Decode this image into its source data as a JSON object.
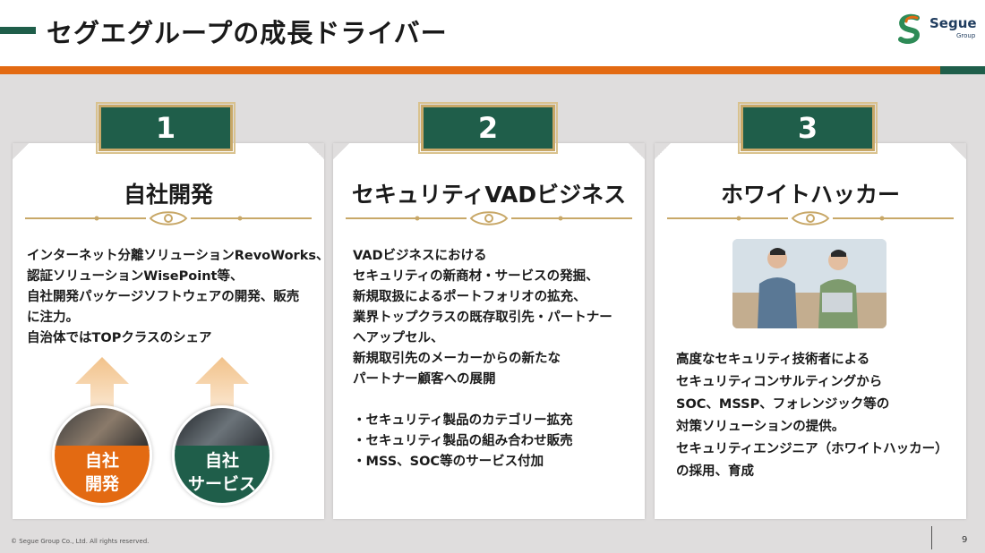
{
  "header": {
    "title": "セグエグループの成長ドライバー",
    "logo": {
      "name": "Segue",
      "sub": "Group"
    }
  },
  "panels": [
    {
      "number": "1",
      "title": "自社開発",
      "lines": [
        "インターネット分離ソリューションRevoWorks、",
        "認証ソリューションWisePoint等、",
        "自社開発パッケージソフトウェアの開発、販売",
        "に注力。",
        "自治体ではTOPクラスのシェア"
      ],
      "circles": [
        {
          "line1": "自社",
          "line2": "開発",
          "color": "#e36a12"
        },
        {
          "line1": "自社",
          "line2": "サービス",
          "color": "#1f5e4a"
        }
      ]
    },
    {
      "number": "2",
      "title": "セキュリティVADビジネス",
      "lines": [
        "VADビジネスにおける",
        "セキュリティの新商材・サービスの発掘、",
        "新規取扱によるポートフォリオの拡充、",
        "業界トップクラスの既存取引先・パートナー",
        "へアップセル、",
        "新規取引先のメーカーからの新たな",
        "パートナー顧客への展開"
      ],
      "bullets": [
        "・セキュリティ製品のカテゴリー拡充",
        "・セキュリティ製品の組み合わせ販売",
        "・MSS、SOC等のサービス付加"
      ]
    },
    {
      "number": "3",
      "title": "ホワイトハッカー",
      "lines": [
        "高度なセキュリティ技術者による",
        "セキュリティコンサルティングから",
        "SOC、MSSP、フォレンジック等の",
        "対策ソリューションの提供。",
        "セキュリティエンジニア（ホワイトハッカー）",
        "の採用、育成"
      ]
    }
  ],
  "footer": {
    "copyright": "© Segue Group Co., Ltd. All rights reserved.",
    "page": "9"
  },
  "colors": {
    "accent_orange": "#e36a12",
    "accent_green": "#1f5e4a",
    "gold": "#c8a868",
    "background_gray": "#dfdddd"
  }
}
